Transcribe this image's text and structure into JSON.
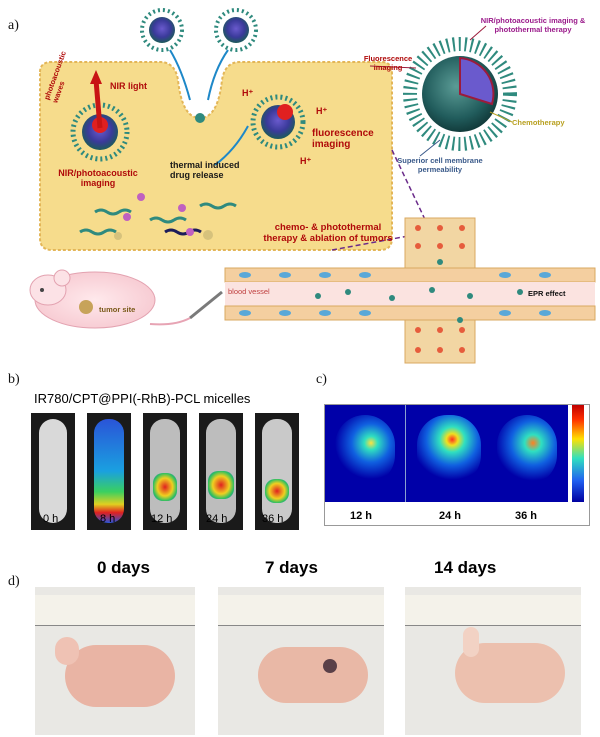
{
  "panels": {
    "a": "a)",
    "b": "b)",
    "c": "c)",
    "d": "d)"
  },
  "schematic": {
    "nir_light": "NIR light",
    "photoacoustic_waves": "photoacoustic waves",
    "nir_photoacoustic_imaging": "NIR/photoacoustic imaging",
    "thermal_release": "thermal induced drug release",
    "fluorescence_imaging_cell": "fluorescence imaging",
    "h_plus": "H⁺",
    "chemo_photothermal": "chemo- & photothermal therapy & ablation of tumors",
    "callout_nir": "NIR/photoacoustic imaging & photothermal therapy",
    "callout_fluorescence": "Fluorescence imaging",
    "callout_chemotherapy": "Chemotherapy",
    "callout_permeability": "Superior cell membrane permeability",
    "blood_vessel": "blood vessel",
    "epr_effect": "EPR effect",
    "tumor_site": "tumor site"
  },
  "panel_b": {
    "title": "IR780/CPT@PPI(-RhB)-PCL micelles",
    "times": [
      "0 h",
      "8 h",
      "12 h",
      "24 h",
      "36 h"
    ]
  },
  "panel_c": {
    "times": [
      "12 h",
      "24 h",
      "36 h"
    ]
  },
  "panel_d": {
    "days": [
      "0 days",
      "7 days",
      "14 days"
    ]
  },
  "colors": {
    "cell": "#f6dc8c",
    "text_red": "#b00a0a",
    "micelle": "#2f8a7e",
    "vessel": "#f7d7cf"
  }
}
